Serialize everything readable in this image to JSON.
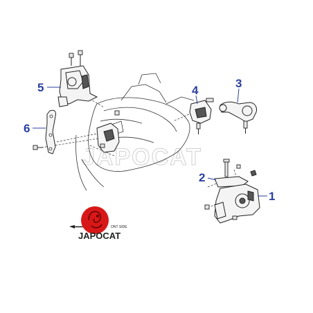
{
  "watermark": "JAPOCAT",
  "logo": {
    "text": "JAPOCAT",
    "badge_color": "#d81818",
    "icon": "dragon-emblem-icon"
  },
  "front_side_label": "ONT SIDE",
  "callouts": [
    {
      "id": "callout-1",
      "number": "1"
    },
    {
      "id": "callout-2",
      "number": "2"
    },
    {
      "id": "callout-3",
      "number": "3"
    },
    {
      "id": "callout-4",
      "number": "4"
    },
    {
      "id": "callout-5",
      "number": "5"
    },
    {
      "id": "callout-6",
      "number": "6"
    }
  ],
  "colors": {
    "callout": "#2b3f9e",
    "line": "#222222"
  }
}
